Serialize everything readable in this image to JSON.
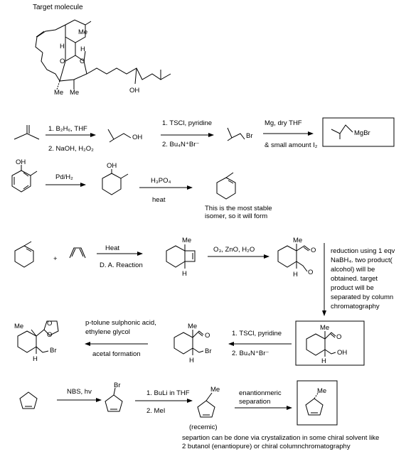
{
  "title": "Target molecule",
  "target_labels": {
    "me_top": "Me",
    "h_left": "H",
    "h_right": "H",
    "o_left": "O",
    "o_right": "O",
    "me_bottom_left": "Me",
    "me_bottom_right": "Me",
    "oh": "OH"
  },
  "row1": {
    "step1_top": "1. B₂H₆, THF",
    "step1_bottom": "2. NaOH, H₂O₂",
    "product1": "OH",
    "step2_top": "1. TSCl, pyridine",
    "step2_bottom": "2. Bu₄N⁺Br⁻",
    "product2": "Br",
    "step3_top": "Mg, dry THF",
    "step3_bottom": "& small amount I₂",
    "product3": "MgBr"
  },
  "row2": {
    "start_oh": "OH",
    "step1": "Pd/H₂",
    "product_oh": "OH",
    "step2_top": "H₃PO₄",
    "step2_bottom": "heat",
    "note_line1": "This is the most stable",
    "note_line2": "isomer, so it will form"
  },
  "row3": {
    "plus": "+",
    "step1_top": "Heat",
    "step1_bottom": "D. A. Reaction",
    "da_me": "Me",
    "da_h": "H",
    "step2": "O₃, ZnO, H₂O",
    "dial_me": "Me",
    "dial_o_top": "O",
    "dial_h": "H",
    "dial_o_bottom": "O",
    "reduction_note": [
      "reduction using 1 eqv",
      "NaBH₄. two product(",
      "alcohol) will be",
      "obtained. target",
      "product will be",
      "separated by column",
      "chromatography"
    ]
  },
  "row4": {
    "acetal_me": "Me",
    "acetal_o_top": "O",
    "acetal_o_bottom": "O",
    "acetal_h": "H",
    "acetal_br": "Br",
    "step_acetal_top1": "p-tolune sulphonic acid,",
    "step_acetal_top2": "ethylene glycol",
    "step_acetal_bottom": "acetal formation",
    "br_me": "Me",
    "br_o": "O",
    "br_h": "H",
    "br_br": "Br",
    "step_br_top": "1. TSCl, pyridine",
    "step_br_bottom": "2. Bu₄N⁺Br⁻",
    "alc_me": "Me",
    "alc_o": "O",
    "alc_h": "H",
    "alc_oh": "OH"
  },
  "row5": {
    "step1": "NBS, hv",
    "product1_br": "Br",
    "step2_top": "1. BuLi in THF",
    "step2_bottom": "2. MeI",
    "product2_me": "Me",
    "product2_label": "(recemic)",
    "step3_top": "enantionmeric",
    "step3_bottom": "separation",
    "product3_me": "Me",
    "note_line1": "separtion can be done via crystalization in some chiral solvent like",
    "note_line2": "2 butanol (enantiopure) or chiral columnchromatography"
  }
}
